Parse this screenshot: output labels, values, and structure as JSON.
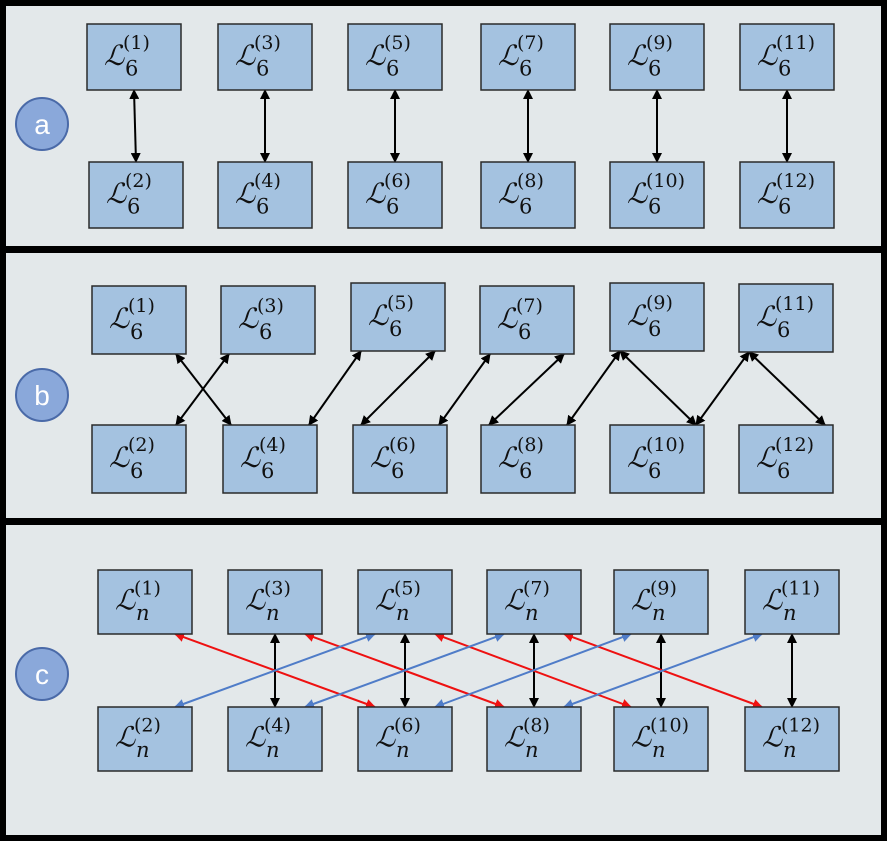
{
  "symbol": "ℒ",
  "colors": {
    "frame": "#000000",
    "panel_bg": "#e3e8ea",
    "node_fill": "#a4c2e0",
    "node_stroke": "#2a2a2a",
    "badge_fill": "#8aa8da",
    "badge_stroke": "#4a6aa8",
    "badge_text": "#ffffff",
    "edge_black": "#000000",
    "edge_red": "#ee1111",
    "edge_blue": "#4f7cc8"
  },
  "panels": [
    {
      "label": "a",
      "subscript": "6",
      "top": [
        "(1)",
        "(3)",
        "(5)",
        "(7)",
        "(9)",
        "(11)"
      ],
      "bottom": [
        "(2)",
        "(4)",
        "(6)",
        "(8)",
        "(10)",
        "(12)"
      ],
      "edges": [
        {
          "from": "t0",
          "to": "b0",
          "color": "black"
        },
        {
          "from": "t1",
          "to": "b1",
          "color": "black"
        },
        {
          "from": "t2",
          "to": "b2",
          "color": "black"
        },
        {
          "from": "t3",
          "to": "b3",
          "color": "black"
        },
        {
          "from": "t4",
          "to": "b4",
          "color": "black"
        },
        {
          "from": "t5",
          "to": "b5",
          "color": "black"
        }
      ]
    },
    {
      "label": "b",
      "subscript": "6",
      "top": [
        "(1)",
        "(3)",
        "(5)",
        "(7)",
        "(9)",
        "(11)"
      ],
      "bottom": [
        "(2)",
        "(4)",
        "(6)",
        "(8)",
        "(10)",
        "(12)"
      ],
      "edges": [
        {
          "from": "t0",
          "to": "b1",
          "color": "black"
        },
        {
          "from": "b0",
          "to": "t1",
          "color": "black"
        },
        {
          "from": "t2",
          "to": "b1",
          "color": "black"
        },
        {
          "from": "t2",
          "to": "b2",
          "color": "black"
        },
        {
          "from": "t3",
          "to": "b2",
          "color": "black"
        },
        {
          "from": "t3",
          "to": "b3",
          "color": "black"
        },
        {
          "from": "t4",
          "to": "b3",
          "color": "black"
        },
        {
          "from": "t4",
          "to": "b4",
          "color": "black"
        },
        {
          "from": "t5",
          "to": "b4",
          "color": "black"
        },
        {
          "from": "t5",
          "to": "b5",
          "color": "black"
        }
      ]
    },
    {
      "label": "c",
      "subscript": "n",
      "top": [
        "(1)",
        "(3)",
        "(5)",
        "(7)",
        "(9)",
        "(11)"
      ],
      "bottom": [
        "(2)",
        "(4)",
        "(6)",
        "(8)",
        "(10)",
        "(12)"
      ],
      "edges": [
        {
          "from": "t1",
          "to": "b1",
          "color": "black"
        },
        {
          "from": "t2",
          "to": "b2",
          "color": "black"
        },
        {
          "from": "t3",
          "to": "b3",
          "color": "black"
        },
        {
          "from": "t4",
          "to": "b4",
          "color": "black"
        },
        {
          "from": "t5",
          "to": "b5",
          "color": "black"
        },
        {
          "from": "t0",
          "to": "b2",
          "color": "red"
        },
        {
          "from": "t1",
          "to": "b3",
          "color": "red"
        },
        {
          "from": "t2",
          "to": "b4",
          "color": "red"
        },
        {
          "from": "t3",
          "to": "b5",
          "color": "red"
        },
        {
          "from": "b0",
          "to": "t2",
          "color": "blue"
        },
        {
          "from": "b1",
          "to": "t3",
          "color": "blue"
        },
        {
          "from": "b2",
          "to": "t4",
          "color": "blue"
        },
        {
          "from": "b3",
          "to": "t5",
          "color": "blue"
        }
      ]
    }
  ]
}
